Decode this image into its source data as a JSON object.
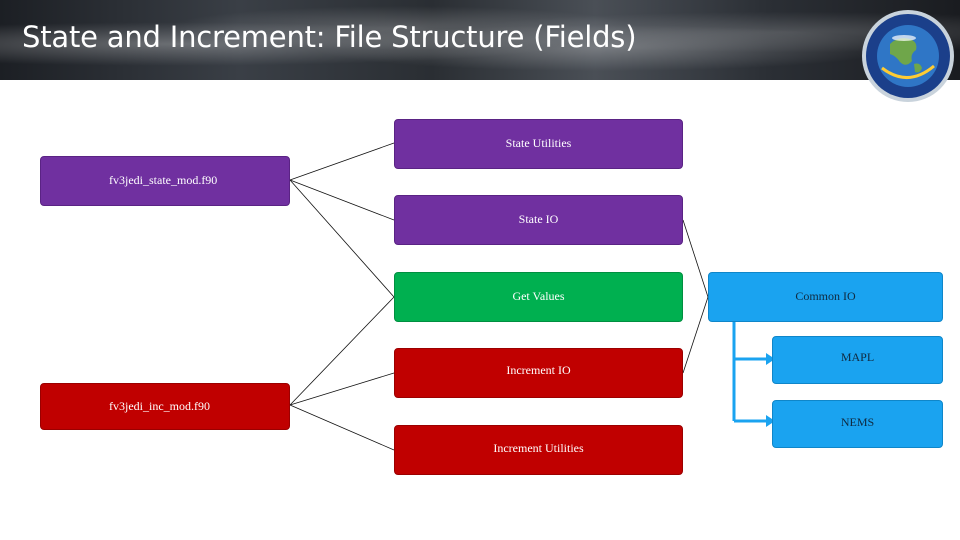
{
  "header": {
    "title": "State and Increment: File Structure (Fields)",
    "logo_icon": "jcsda-globe-logo"
  },
  "colors": {
    "purple": "#7030a0",
    "green": "#00b050",
    "red": "#c00000",
    "blue": "#1aa3f0",
    "arrow": "#1aa3f0"
  },
  "diagram": {
    "state_module": "fv3jedi_state_mod.f90",
    "inc_module": "fv3jedi_inc_mod.f90",
    "state_utilities": "State Utilities",
    "state_io": "State IO",
    "get_values": "Get Values",
    "increment_io": "Increment IO",
    "increment_utilities": "Increment Utilities",
    "common_io": "Common IO",
    "mapl": "MAPL",
    "nems": "NEMS"
  }
}
